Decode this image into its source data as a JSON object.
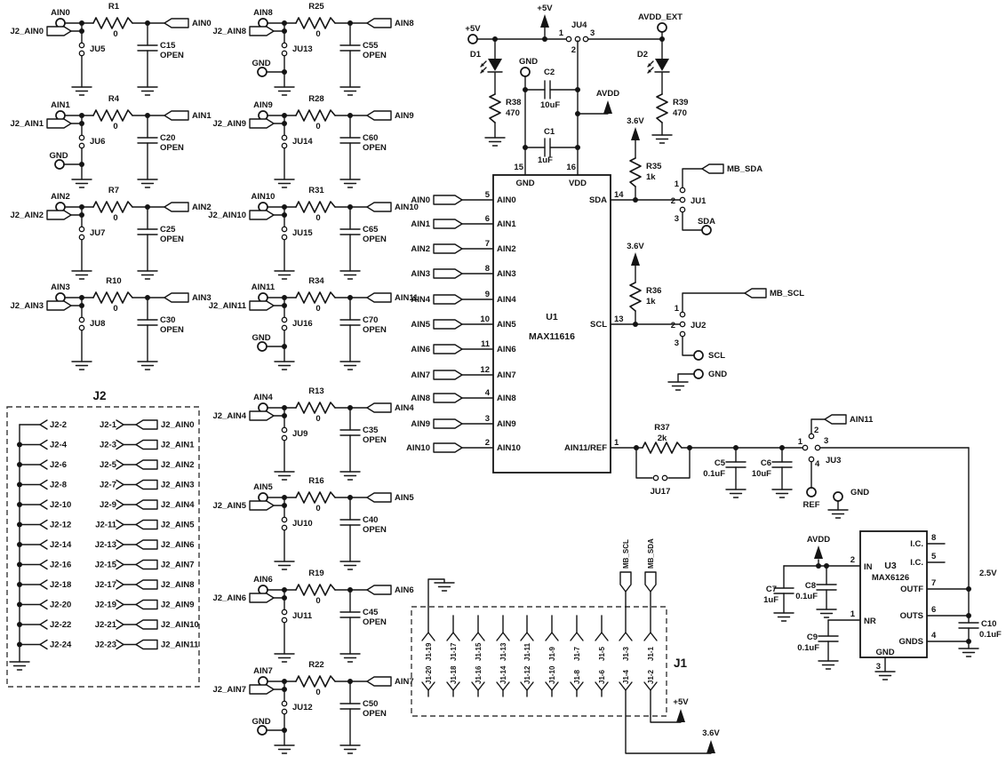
{
  "misc": {
    "gnd": "GND"
  },
  "filters": [
    {
      "signal": "AIN0",
      "j2_net": "J2_AIN0",
      "jumper": "JU5",
      "res": "R1",
      "res_val": "0",
      "cap": "C15",
      "cap_val": "OPEN",
      "gnd_term": false,
      "col": 0,
      "row": 0
    },
    {
      "signal": "AIN1",
      "j2_net": "J2_AIN1",
      "jumper": "JU6",
      "res": "R4",
      "res_val": "0",
      "cap": "C20",
      "cap_val": "OPEN",
      "gnd_term": true,
      "col": 0,
      "row": 1
    },
    {
      "signal": "AIN2",
      "j2_net": "J2_AIN2",
      "jumper": "JU7",
      "res": "R7",
      "res_val": "0",
      "cap": "C25",
      "cap_val": "OPEN",
      "gnd_term": false,
      "col": 0,
      "row": 2
    },
    {
      "signal": "AIN3",
      "j2_net": "J2_AIN3",
      "jumper": "JU8",
      "res": "R10",
      "res_val": "0",
      "cap": "C30",
      "cap_val": "OPEN",
      "gnd_term": false,
      "col": 0,
      "row": 3
    },
    {
      "signal": "AIN8",
      "j2_net": "J2_AIN8",
      "jumper": "JU13",
      "res": "R25",
      "res_val": "0",
      "cap": "C55",
      "cap_val": "OPEN",
      "gnd_term": true,
      "col": 1,
      "row": 0
    },
    {
      "signal": "AIN9",
      "j2_net": "J2_AIN9",
      "jumper": "JU14",
      "res": "R28",
      "res_val": "0",
      "cap": "C60",
      "cap_val": "OPEN",
      "gnd_term": false,
      "col": 1,
      "row": 1
    },
    {
      "signal": "AIN10",
      "j2_net": "J2_AIN10",
      "jumper": "JU15",
      "res": "R31",
      "res_val": "0",
      "cap": "C65",
      "cap_val": "OPEN",
      "gnd_term": false,
      "col": 1,
      "row": 2
    },
    {
      "signal": "AIN11",
      "j2_net": "J2_AIN11",
      "jumper": "JU16",
      "res": "R34",
      "res_val": "0",
      "cap": "C70",
      "cap_val": "OPEN",
      "gnd_term": true,
      "col": 1,
      "row": 3
    },
    {
      "signal": "AIN4",
      "j2_net": "J2_AIN4",
      "jumper": "JU9",
      "res": "R13",
      "res_val": "0",
      "cap": "C35",
      "cap_val": "OPEN",
      "gnd_term": false,
      "col": 2,
      "row": 0
    },
    {
      "signal": "AIN5",
      "j2_net": "J2_AIN5",
      "jumper": "JU10",
      "res": "R16",
      "res_val": "0",
      "cap": "C40",
      "cap_val": "OPEN",
      "gnd_term": false,
      "col": 2,
      "row": 1
    },
    {
      "signal": "AIN6",
      "j2_net": "J2_AIN6",
      "jumper": "JU11",
      "res": "R19",
      "res_val": "0",
      "cap": "C45",
      "cap_val": "OPEN",
      "gnd_term": false,
      "col": 2,
      "row": 2
    },
    {
      "signal": "AIN7",
      "j2_net": "J2_AIN7",
      "jumper": "JU12",
      "res": "R22",
      "res_val": "0",
      "cap": "C50",
      "cap_val": "OPEN",
      "gnd_term": true,
      "col": 2,
      "row": 3
    }
  ],
  "j2": {
    "name": "J2",
    "gnd_pins": [
      "J2-2",
      "J2-4",
      "J2-6",
      "J2-8",
      "J2-10",
      "J2-12",
      "J2-14",
      "J2-16",
      "J2-18",
      "J2-20",
      "J2-22",
      "J2-24"
    ],
    "signal_pins": [
      {
        "pin": "J2-1",
        "net": "J2_AIN0"
      },
      {
        "pin": "J2-3",
        "net": "J2_AIN1"
      },
      {
        "pin": "J2-5",
        "net": "J2_AIN2"
      },
      {
        "pin": "J2-7",
        "net": "J2_AIN3"
      },
      {
        "pin": "J2-9",
        "net": "J2_AIN4"
      },
      {
        "pin": "J2-11",
        "net": "J2_AIN5"
      },
      {
        "pin": "J2-13",
        "net": "J2_AIN6"
      },
      {
        "pin": "J2-15",
        "net": "J2_AIN7"
      },
      {
        "pin": "J2-17",
        "net": "J2_AIN8"
      },
      {
        "pin": "J2-19",
        "net": "J2_AIN9"
      },
      {
        "pin": "J2-21",
        "net": "J2_AIN10"
      },
      {
        "pin": "J2-23",
        "net": "J2_AIN11"
      }
    ]
  },
  "u1": {
    "ref": "U1",
    "part": "MAX11616",
    "left_pins": [
      {
        "num": "5",
        "name": "AIN0"
      },
      {
        "num": "6",
        "name": "AIN1"
      },
      {
        "num": "7",
        "name": "AIN2"
      },
      {
        "num": "8",
        "name": "AIN3"
      },
      {
        "num": "9",
        "name": "AIN4"
      },
      {
        "num": "10",
        "name": "AIN5"
      },
      {
        "num": "11",
        "name": "AIN6"
      },
      {
        "num": "12",
        "name": "AIN7"
      },
      {
        "num": "4",
        "name": "AIN8"
      },
      {
        "num": "3",
        "name": "AIN9"
      },
      {
        "num": "2",
        "name": "AIN10"
      }
    ],
    "top_pins": [
      {
        "num": "15",
        "name": "GND"
      },
      {
        "num": "16",
        "name": "VDD"
      }
    ],
    "right_pins": [
      {
        "num": "14",
        "name": "SDA"
      },
      {
        "num": "13",
        "name": "SCL"
      },
      {
        "num": "1",
        "name": "AIN11/REF"
      }
    ]
  },
  "power": {
    "p5v_term": "+5V",
    "p5v_arrow": "+5V",
    "ju4": "JU4",
    "ju4_pins": [
      "1",
      "2",
      "3"
    ],
    "avdd_ext": "AVDD_EXT",
    "d1": "D1",
    "d2": "D2",
    "r38": "R38",
    "r38_val": "470",
    "r39": "R39",
    "r39_val": "470",
    "gnd_term": "GND",
    "c2": "C2",
    "c2_val": "10uF",
    "c1": "C1",
    "c1_val": "1uF",
    "avdd": "AVDD"
  },
  "i2c": {
    "v36_a": "3.6V",
    "r35": "R35",
    "r35_val": "1k",
    "ju1": "JU1",
    "pins": [
      "1",
      "2",
      "3"
    ],
    "mb_sda": "MB_SDA",
    "sda": "SDA",
    "v36_b": "3.6V",
    "r36": "R36",
    "r36_val": "1k",
    "ju2": "JU2",
    "mb_scl": "MB_SCL",
    "scl": "SCL",
    "gnd": "GND"
  },
  "ref": {
    "r37": "R37",
    "r37_val": "2k",
    "ju17": "JU17",
    "c5": "C5",
    "c5_val": "0.1uF",
    "c6": "C6",
    "c6_val": "10uF",
    "ju3": "JU3",
    "ju3_pins": [
      "1",
      "2",
      "3",
      "4"
    ],
    "ain11": "AIN11",
    "ref_term": "REF",
    "gnd": "GND"
  },
  "u3s": {
    "ref": "U3",
    "part": "MAX6126",
    "avdd": "AVDD",
    "v25": "2.5V",
    "c7": "C7",
    "c7_val": "1uF",
    "c8": "C8",
    "c8_val": "0.1uF",
    "c9": "C9",
    "c9_val": "0.1uF",
    "c10": "C10",
    "c10_val": "0.1uF",
    "pin_in": {
      "num": "2",
      "name": "IN"
    },
    "pin_nr": {
      "num": "1",
      "name": "NR"
    },
    "pin_ic8": {
      "num": "8",
      "name": "I.C."
    },
    "pin_ic5": {
      "num": "5",
      "name": "I.C."
    },
    "pin_outf": {
      "num": "7",
      "name": "OUTF"
    },
    "pin_outs": {
      "num": "6",
      "name": "OUTS"
    },
    "pin_gnds": {
      "num": "4",
      "name": "GNDS"
    },
    "pin_gnd": {
      "num": "3",
      "name": "GND"
    }
  },
  "j1": {
    "name": "J1",
    "top_pins": [
      "J1-19",
      "J1-17",
      "J1-15",
      "J1-13",
      "J1-11",
      "J1-9",
      "J1-7",
      "J1-5",
      "J1-3",
      "J1-1"
    ],
    "bottom_pins": [
      "J1-20",
      "J1-18",
      "J1-16",
      "J1-14",
      "J1-12",
      "J1-10",
      "J1-8",
      "J1-6",
      "J1-4",
      "J1-2"
    ],
    "mb_scl": "MB_SCL",
    "mb_sda": "MB_SDA",
    "p5v": "+5V",
    "p3v6": "3.6V"
  }
}
